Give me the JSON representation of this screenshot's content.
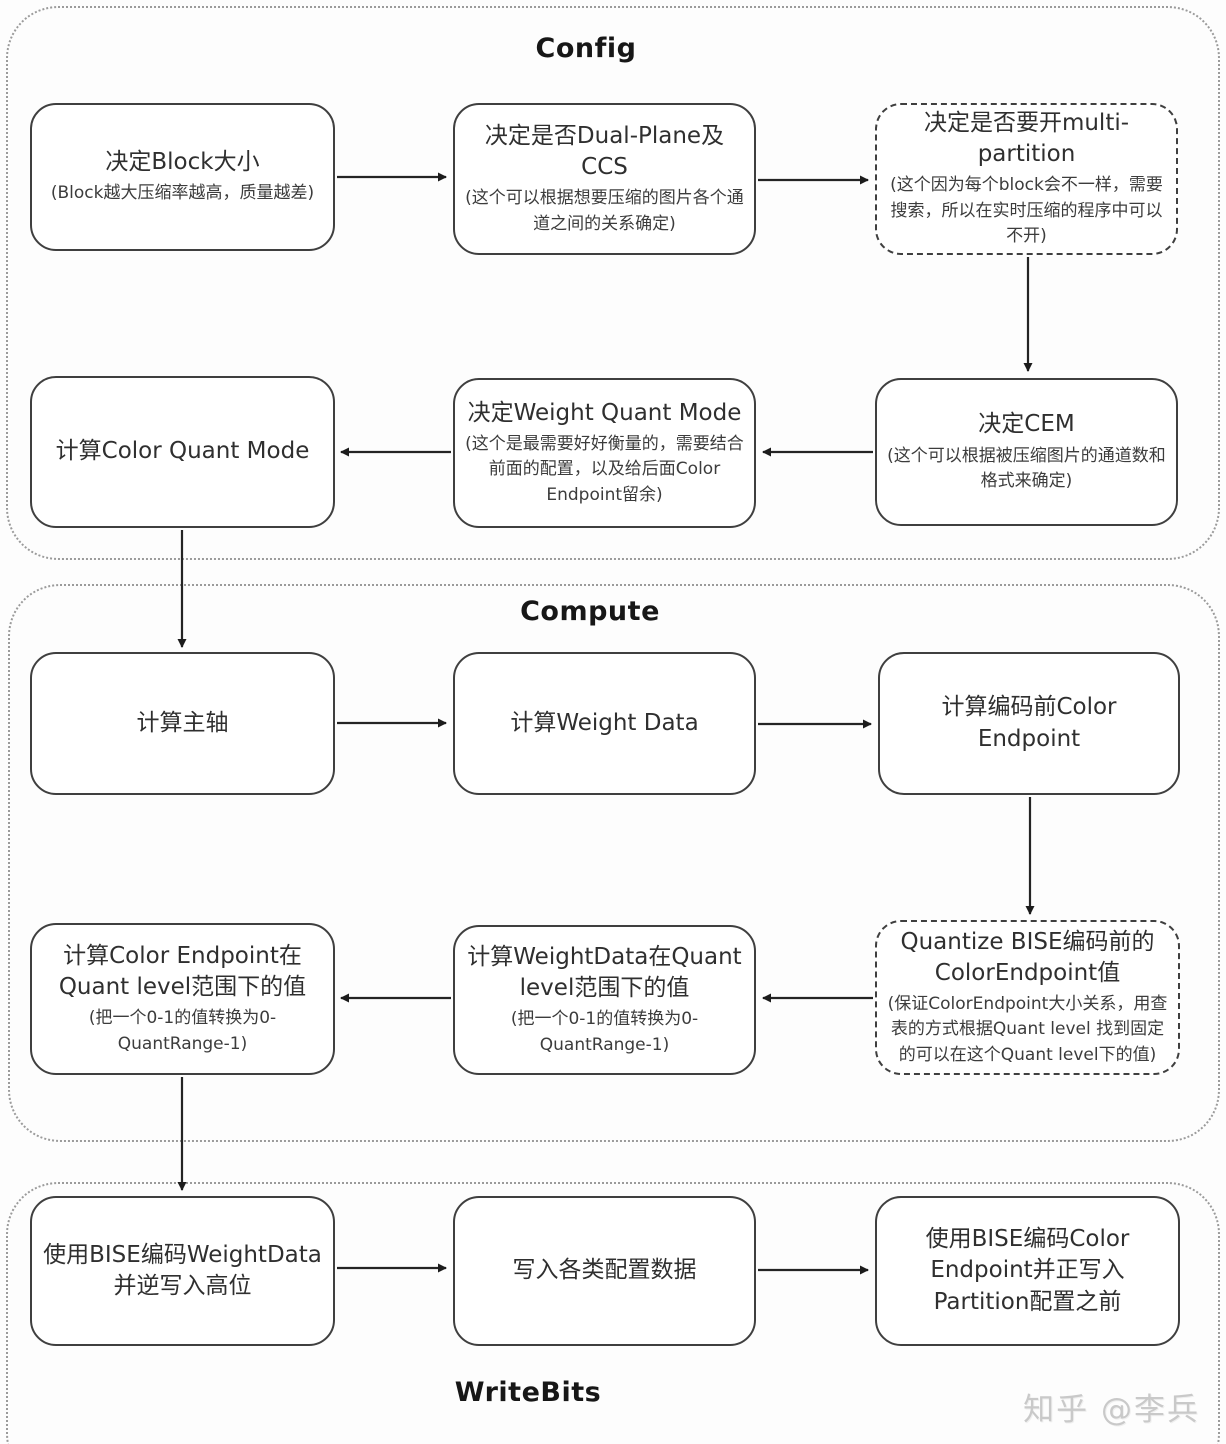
{
  "sections": [
    {
      "label": "Config"
    },
    {
      "label": "Compute"
    },
    {
      "label": "WriteBits"
    }
  ],
  "nodes": [
    {
      "title": "决定Block大小",
      "note": "(Block越大压缩率越高，质量越差)"
    },
    {
      "title": "决定是否Dual-Plane及CCS",
      "note": "(这个可以根据想要压缩的图片各个通道之间的关系确定)"
    },
    {
      "title": "决定是否要开multi-partition",
      "note": "(这个因为每个block会不一样，需要搜索，所以在实时压缩的程序中可以不开)"
    },
    {
      "title": "计算Color Quant Mode",
      "note": ""
    },
    {
      "title": "决定Weight Quant Mode",
      "note": "(这个是最需要好好衡量的，需要结合前面的配置，以及给后面Color Endpoint留余)"
    },
    {
      "title": "决定CEM",
      "note": "(这个可以根据被压缩图片的通道数和格式来确定)"
    },
    {
      "title": "计算主轴",
      "note": ""
    },
    {
      "title": "计算Weight Data",
      "note": ""
    },
    {
      "title": "计算编码前Color Endpoint",
      "note": ""
    },
    {
      "title": "计算Color Endpoint在Quant level范围下的值",
      "note": "(把一个0-1的值转换为0-QuantRange-1)"
    },
    {
      "title": "计算WeightData在Quant level范围下的值",
      "note": "(把一个0-1的值转换为0-QuantRange-1)"
    },
    {
      "title": "Quantize BISE编码前的ColorEndpoint值",
      "note": "(保证ColorEndpoint大小关系，用查表的方式根据Quant level 找到固定的可以在这个Quant level下的值)"
    },
    {
      "title": "使用BISE编码WeightData并逆写入高位",
      "note": ""
    },
    {
      "title": "写入各类配置数据",
      "note": ""
    },
    {
      "title": "使用BISE编码Color Endpoint并正写入Partition配置之前",
      "note": ""
    }
  ],
  "watermark": "知乎 @李兵",
  "colors": {
    "background": "#fdfdfd",
    "node_border": "#3f3f3f",
    "section_border": "#9b9b9b",
    "arrow": "#242424",
    "watermark": "#c9c9c9"
  }
}
